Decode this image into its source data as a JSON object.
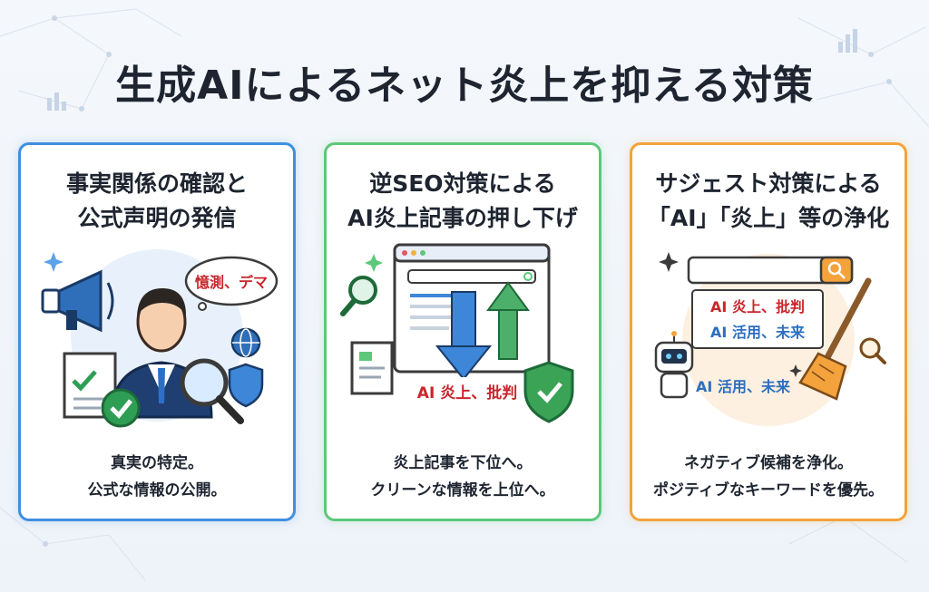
{
  "title": "生成AIによるネット炎上を抑える対策",
  "cards": [
    {
      "heading": [
        "事実関係の確認と",
        "公式声明の発信"
      ],
      "bubble": "憶測、デマ",
      "body": [
        "真実の特定。",
        "公式な情報の公開。"
      ],
      "accent": "#3f8fe0"
    },
    {
      "heading": [
        "逆SEO対策による",
        "AI炎上記事の押し下げ"
      ],
      "negative_label": "AI 炎上、批判",
      "body": [
        "炎上記事を下位へ。",
        "クリーンな情報を上位へ。"
      ],
      "accent": "#5cc87a"
    },
    {
      "heading": [
        "サジェスト対策による",
        "「AI」「炎上」等の浄化"
      ],
      "suggest_negative": "AI 炎上、批判",
      "suggest_positive": "AI 活用、未来",
      "robot_label": "AI 活用、未来",
      "body": [
        "ネガティブ候補を浄化。",
        "ポジティブなキーワードを優先。"
      ],
      "accent": "#f3a23c"
    }
  ],
  "icons": [
    "megaphone-icon",
    "person-icon",
    "magnifier-icon",
    "check-icon",
    "globe-icon",
    "shield-icon",
    "browser-icon",
    "down-arrow-icon",
    "up-arrow-icon",
    "document-icon",
    "search-icon",
    "robot-icon",
    "broom-icon",
    "sparkle-icon"
  ]
}
